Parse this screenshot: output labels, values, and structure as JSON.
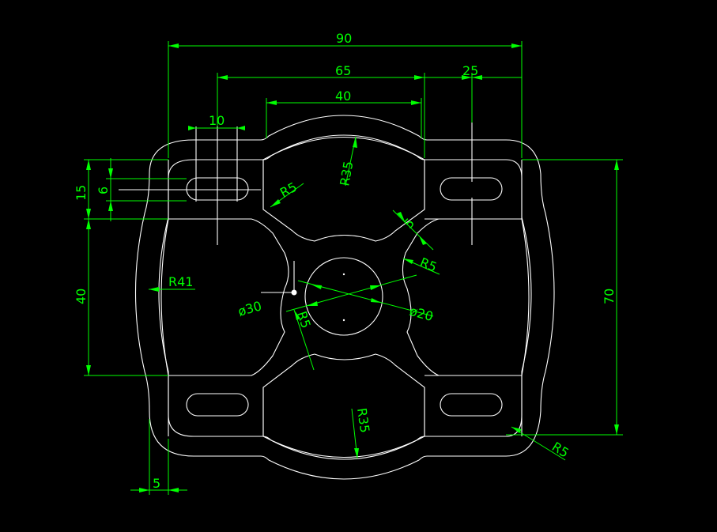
{
  "drawing": {
    "colors": {
      "background": "#000000",
      "geometry": "#ffffff",
      "dimensions": "#00ff00"
    },
    "dimensions": {
      "overall_width": "90",
      "hole_span": "65",
      "slot_offset": "25",
      "top_arc_width": "40",
      "slot_length": "10",
      "top_band": "15",
      "slot_width": "6",
      "left_height": "40",
      "overall_height": "70",
      "bottom_wall": "5"
    },
    "radii": {
      "top_arc": "R35",
      "bottom_arc": "R35",
      "side_arc": "R41",
      "fillet_top_left": "R5",
      "fillet_right": "R5",
      "fillet_center": "R5",
      "fillet_bottom_right": "R5",
      "web_width": "5"
    },
    "diameters": {
      "outer_circle": "ø30",
      "inner_circle": "ø20"
    }
  }
}
